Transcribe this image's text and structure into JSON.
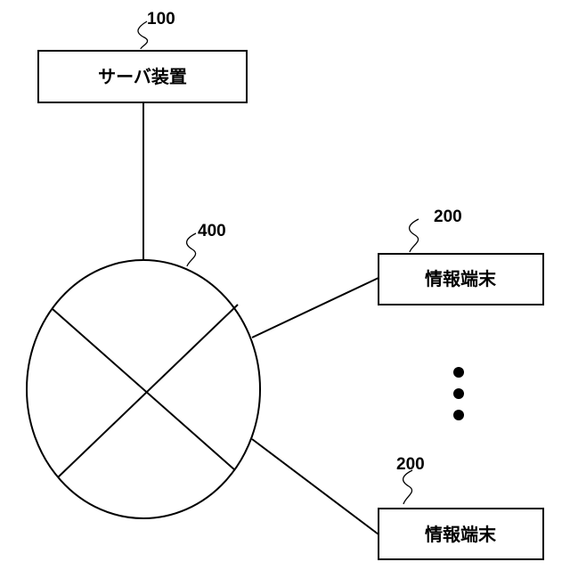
{
  "server": {
    "ref": "100",
    "label": "サーバ装置"
  },
  "network": {
    "ref": "400"
  },
  "terminals": [
    {
      "ref": "200",
      "label": "情報端末"
    },
    {
      "ref": "200",
      "label": "情報端末"
    }
  ],
  "colors": {
    "line": "#000000",
    "background": "#ffffff"
  }
}
